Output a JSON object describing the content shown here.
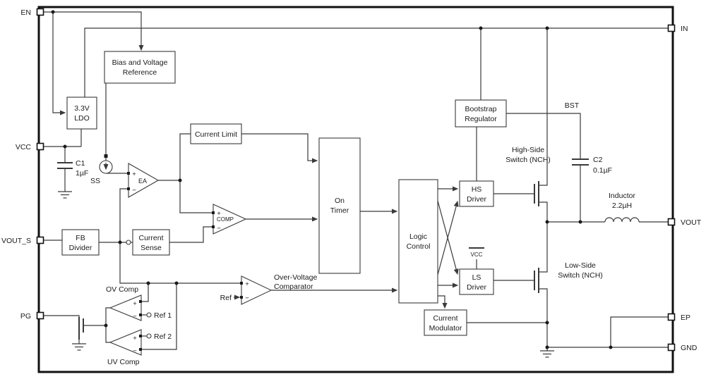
{
  "pins": {
    "en": "EN",
    "vcc": "VCC",
    "vout_s": "VOUT_S",
    "pg": "PG",
    "in": "IN",
    "vout": "VOUT",
    "ep": "EP",
    "gnd": "GND"
  },
  "blocks": {
    "bias": {
      "l1": "Bias and Voltage",
      "l2": "Reference"
    },
    "ldo": {
      "l1": "3.3V",
      "l2": "LDO"
    },
    "current_limit": {
      "l1": "Current Limit"
    },
    "on_timer": {
      "l1": "On",
      "l2": "Timer"
    },
    "logic": {
      "l1": "Logic",
      "l2": "Control"
    },
    "bootstrap": {
      "l1": "Bootstrap",
      "l2": "Regulator"
    },
    "hs_driver": {
      "l1": "HS",
      "l2": "Driver"
    },
    "ls_driver": {
      "l1": "LS",
      "l2": "Driver"
    },
    "current_modulator": {
      "l1": "Current",
      "l2": "Modulator"
    },
    "fb_divider": {
      "l1": "FB",
      "l2": "Divider"
    },
    "current_sense": {
      "l1": "Current",
      "l2": "Sense"
    }
  },
  "comparators": {
    "ea": "EA",
    "comp": "COMP",
    "ov": "OV Comp",
    "uv": "UV Comp",
    "ovc_l1": "Over-Voltage",
    "ovc_l2": "Comparator",
    "plus": "+",
    "minus": "−"
  },
  "labels": {
    "c1": "C1",
    "c1_value": "1µF",
    "c2": "C2",
    "c2_value": "0.1µF",
    "inductor": "Inductor",
    "inductor_value": "2.2µH",
    "bst": "BST",
    "ss": "SS",
    "vcc_rail": "VCC",
    "ref": "Ref",
    "ref1": "Ref 1",
    "ref2": "Ref 2",
    "hs_switch_l1": "High-Side",
    "hs_switch_l2": "Switch (NCH)",
    "ls_switch_l1": "Low-Side",
    "ls_switch_l2": "Switch (NCH)"
  },
  "colors": {
    "line": "#3a3a3a",
    "text": "#1a1a1a",
    "background": "#ffffff"
  }
}
